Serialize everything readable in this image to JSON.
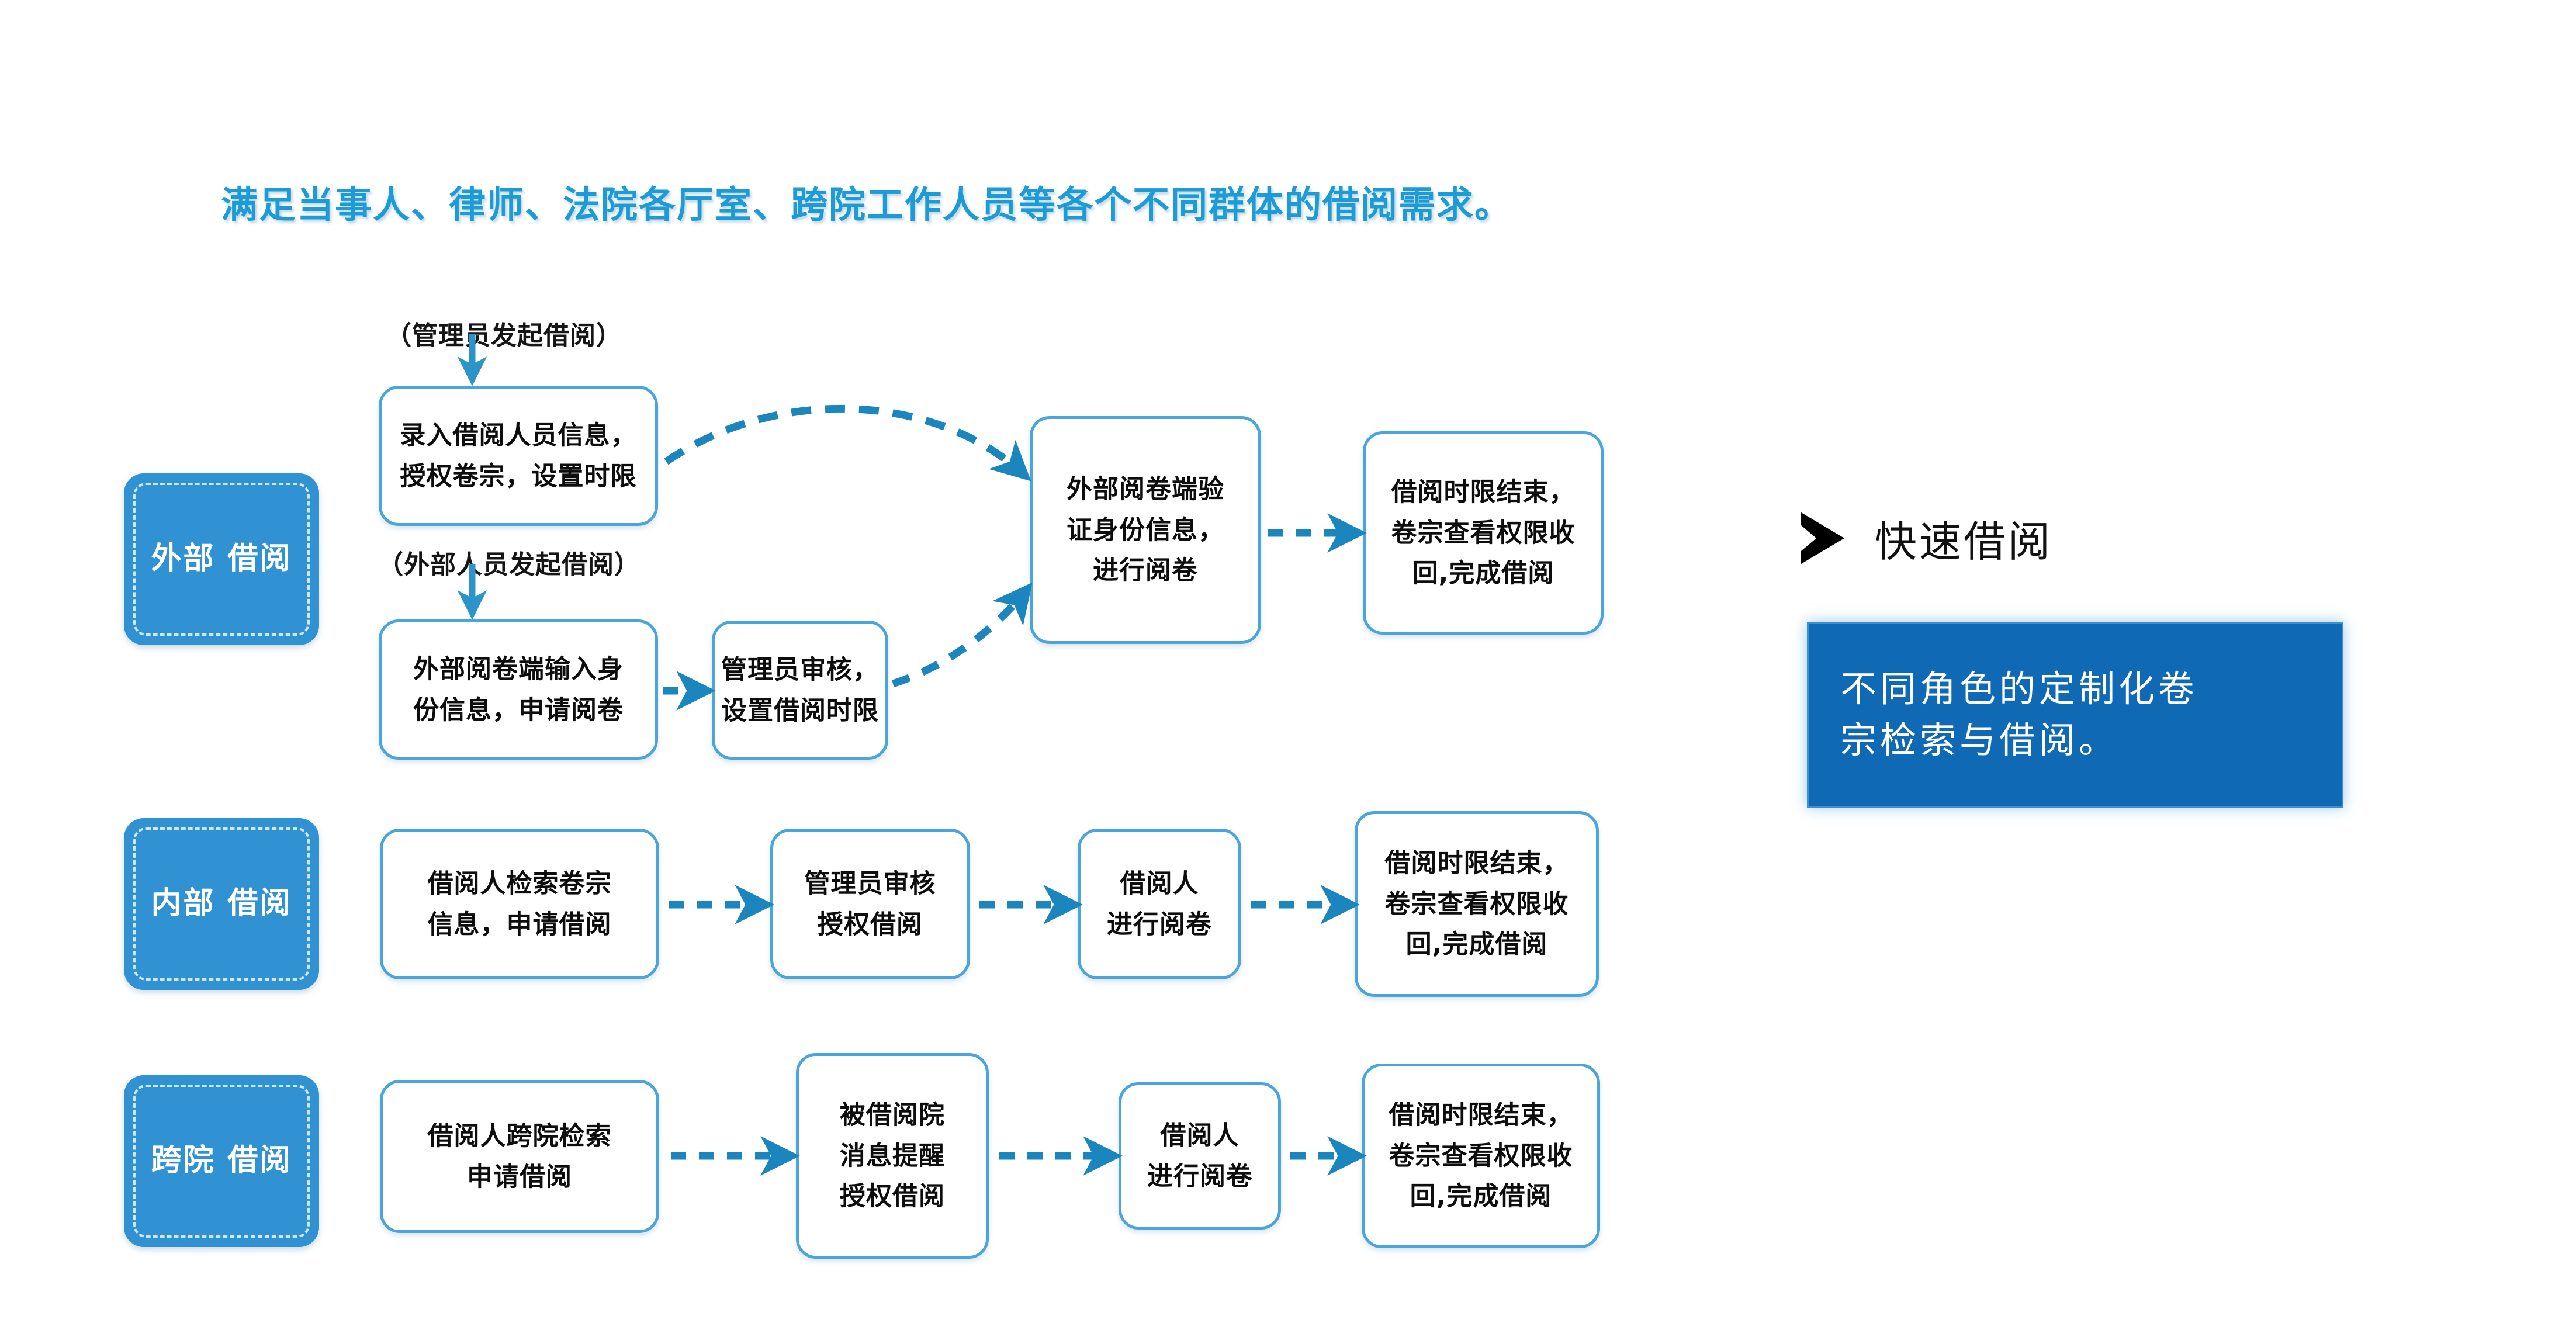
{
  "headline": "满足当事人、律师、法院各厅室、跨院工作人员等各个不同群体的借阅需求。",
  "colors": {
    "headline_blue": "#1d9bd7",
    "category_blue": "#3091d3",
    "box_border_blue": "#4aa5da",
    "arrow_blue": "#1b86bd",
    "card_blue": "#1069b4"
  },
  "rows": [
    {
      "category": "外部\n借阅",
      "captions": [
        "（管理员发起借阅）",
        "（外部人员发起借阅）"
      ],
      "steps": [
        "录入借阅人员信息，\n授权卷宗，设置时限",
        "外部阅卷端输入身\n份信息，申请阅卷",
        "管理员审核，\n设置借阅时限",
        "外部阅卷端验\n证身份信息，\n进行阅卷",
        "借阅时限结束，\n卷宗查看权限收\n回,完成借阅"
      ]
    },
    {
      "category": "内部\n借阅",
      "captions": [],
      "steps": [
        "借阅人检索卷宗\n信息，申请借阅",
        "管理员审核\n授权借阅",
        "借阅人\n进行阅卷",
        "借阅时限结束，\n卷宗查看权限收\n回,完成借阅"
      ]
    },
    {
      "category": "跨院\n借阅",
      "captions": [],
      "steps": [
        "借阅人跨院检索\n申请借阅",
        "被借阅院\n消息提醒\n授权借阅",
        "借阅人\n进行阅卷",
        "借阅时限结束，\n卷宗查看权限收\n回,完成借阅"
      ]
    }
  ],
  "right_panel": {
    "marker_icon": "triangle-right-icon",
    "heading": "快速借阅",
    "card_text": "不同角色的定制化卷\n宗检索与借阅。"
  }
}
